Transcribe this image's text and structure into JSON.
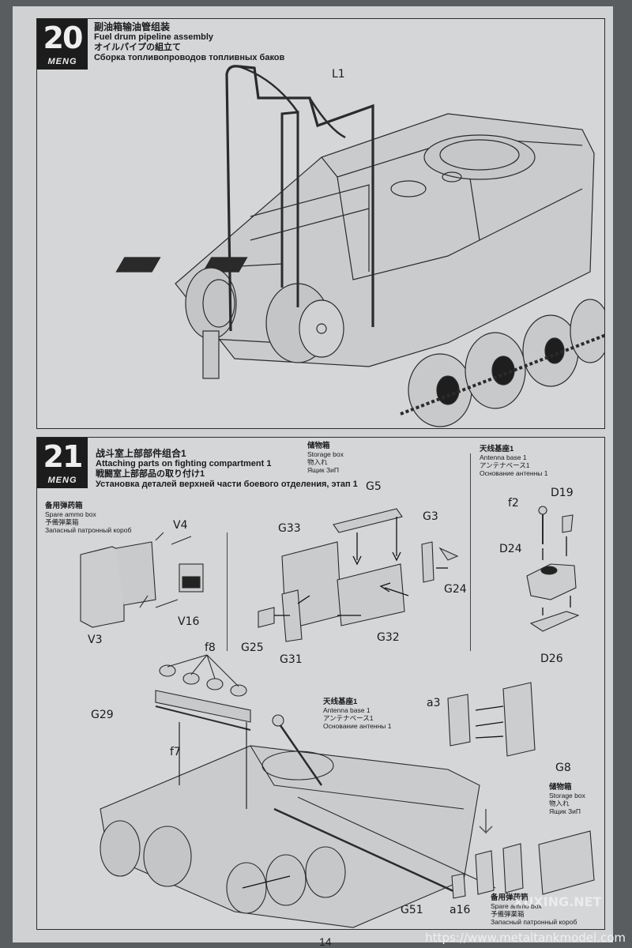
{
  "step20": {
    "number": "20",
    "brand": "MENG",
    "title_zh": "副油箱输油管组装",
    "title_en": "Fuel drum pipeline assembly",
    "title_ja": "オイルパイプの組立て",
    "title_ru": "Сборка топливопроводов топливных баков",
    "part_label": "L1"
  },
  "step21": {
    "number": "21",
    "brand": "MENG",
    "title_zh": "战斗室上部部件组合1",
    "title_en": "Attaching parts on fighting compartment 1",
    "title_ja": "戦闘室上部部品の取り付け1",
    "title_ru": "Установка деталей верхней части боевого отделения, этап 1",
    "ammo_box": {
      "zh": "备用弹药箱",
      "en": "Spare ammo box",
      "ja": "予備弾薬箱",
      "ru": "Запасный патронный короб",
      "parts": [
        "V4",
        "V16",
        "V3"
      ]
    },
    "storage_box": {
      "zh": "储物箱",
      "en": "Storage box",
      "ja": "物入れ",
      "ru": "Ящик ЗиП",
      "parts": [
        "G5",
        "G33",
        "G3",
        "G24",
        "G32",
        "G25",
        "G31"
      ]
    },
    "antenna_base": {
      "zh": "天线基座1",
      "en": "Antenna base 1",
      "ja": "アンテナベース1",
      "ru": "Основание антенны 1",
      "parts": [
        "f2",
        "D19",
        "D24",
        "D26"
      ]
    },
    "assembly_parts": [
      "f8",
      "G29",
      "f7",
      "a3",
      "G8",
      "G51",
      "a16"
    ],
    "antenna_base_2": {
      "zh": "天线基座1",
      "en": "Antenna base 1",
      "ja": "アンテナベース1",
      "ru": "Основание антенны 1"
    },
    "storage_box_2": {
      "zh": "储物箱",
      "en": "Storage box",
      "ja": "物入れ",
      "ru": "Ящик ЗиП"
    },
    "ammo_box_2": {
      "zh": "备用弹药箱",
      "en": "Spare ammo box",
      "ja": "予備弾薬箱",
      "ru": "Запасный патронный короб"
    }
  },
  "page_number": "14",
  "watermark": "https://www.metaltankmodel.com",
  "watermark2": "XUXING.NET"
}
